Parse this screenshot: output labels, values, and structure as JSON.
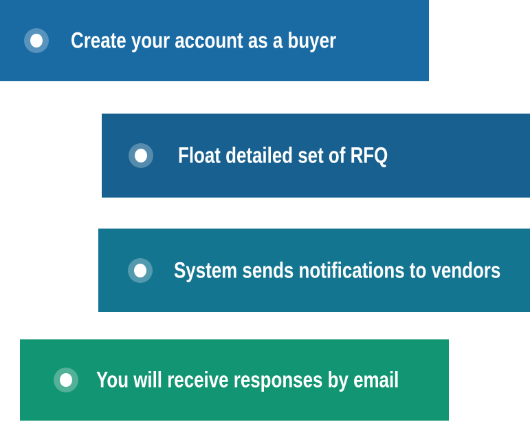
{
  "steps": [
    {
      "label": "Create your account as a buyer",
      "color": "#1a6ba4"
    },
    {
      "label": "Float detailed set of RFQ",
      "color": "#17608f"
    },
    {
      "label": "System sends notifications to vendors",
      "color": "#147591"
    },
    {
      "label": "You will receive responses by email",
      "color": "#129572"
    }
  ],
  "text_color": "#ffffff",
  "bullet": {
    "icon": "radio-dot-icon",
    "outer_color": "rgba(255,255,255,0.27)",
    "inner_color": "#ffffff"
  },
  "background_color": "#ffffff"
}
